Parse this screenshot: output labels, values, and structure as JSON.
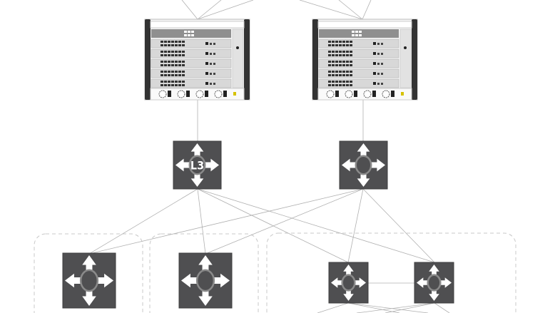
{
  "diagram": {
    "colors": {
      "switch": "#4f4f51",
      "ring": "#8a8a8a",
      "link": "#b0b0b0",
      "group_border": "#c8c8c8",
      "chassis_rail": "#333333"
    },
    "chassis": [
      {
        "id": "chassis-left",
        "line_cards": 5
      },
      {
        "id": "chassis-right",
        "line_cards": 5
      }
    ],
    "switches": [
      {
        "id": "core-l3",
        "label": "L3",
        "icon": "layer3-switch-icon"
      },
      {
        "id": "core-right",
        "label": "",
        "icon": "switch-icon"
      },
      {
        "id": "access-1",
        "label": "",
        "icon": "switch-icon"
      },
      {
        "id": "access-2",
        "label": "",
        "icon": "switch-icon"
      },
      {
        "id": "access-3a",
        "label": "",
        "icon": "switch-icon"
      },
      {
        "id": "access-3b",
        "label": "",
        "icon": "switch-icon"
      }
    ]
  }
}
